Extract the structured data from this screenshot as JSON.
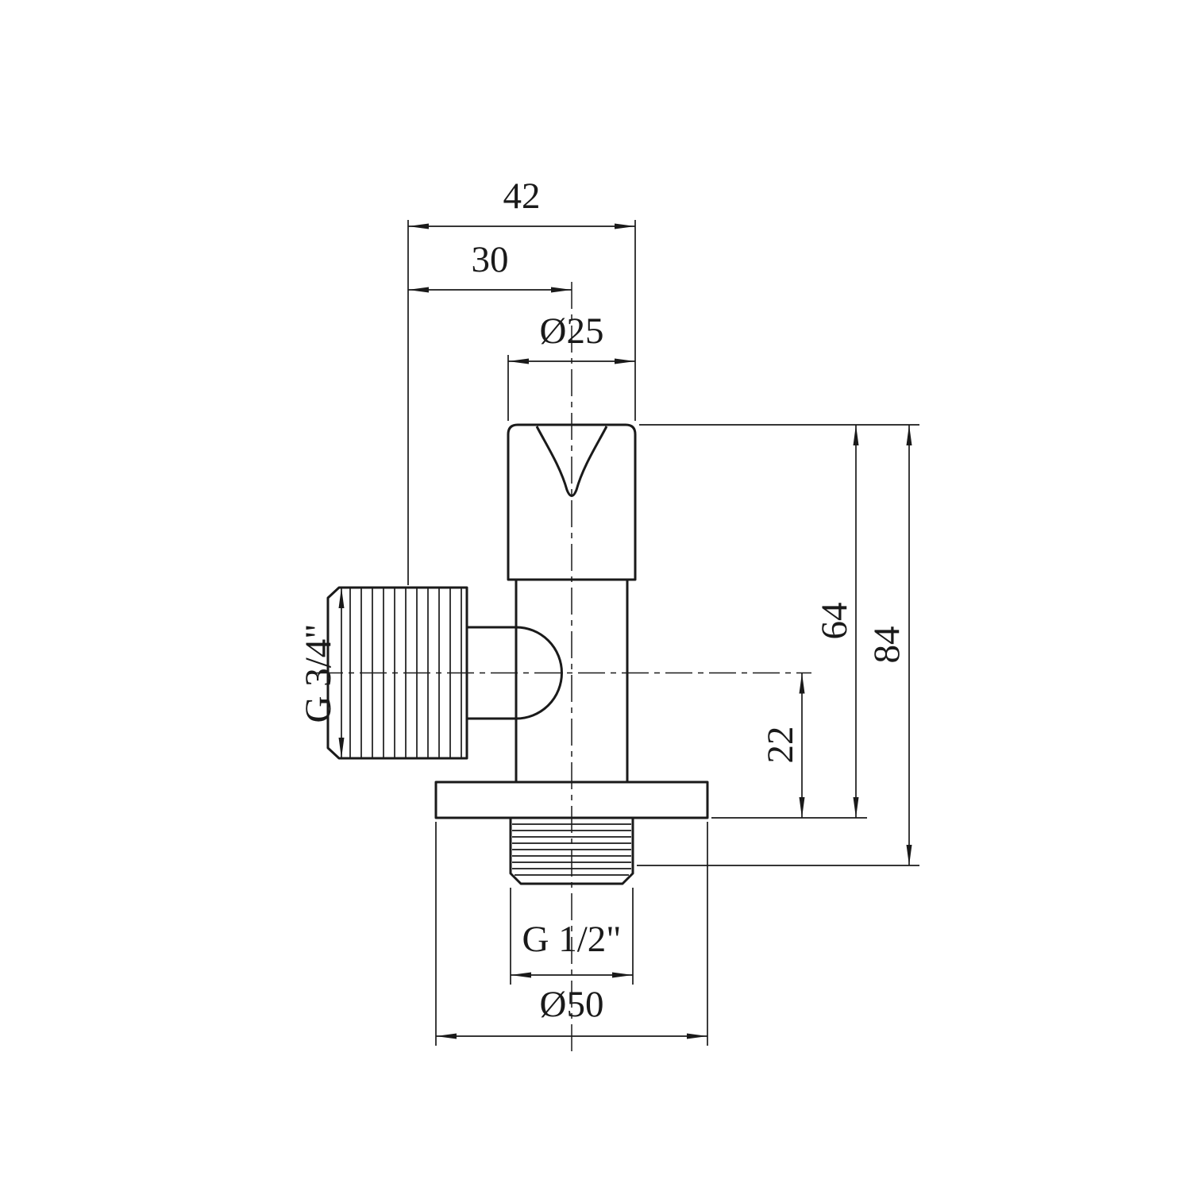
{
  "drawing": {
    "background": "#ffffff",
    "line_color": "#1a1a1a",
    "dimensions": {
      "top_width": {
        "label": "42"
      },
      "center_offset": {
        "label": "30"
      },
      "handle_diameter": {
        "label": "Ø25"
      },
      "side_thread": {
        "label": "G 3/4\""
      },
      "upper_height": {
        "label": "64"
      },
      "total_height": {
        "label": "84"
      },
      "port_to_base": {
        "label": "22"
      },
      "bottom_thread": {
        "label": "G 1/2\""
      },
      "flange_diameter": {
        "label": "Ø50"
      }
    }
  }
}
